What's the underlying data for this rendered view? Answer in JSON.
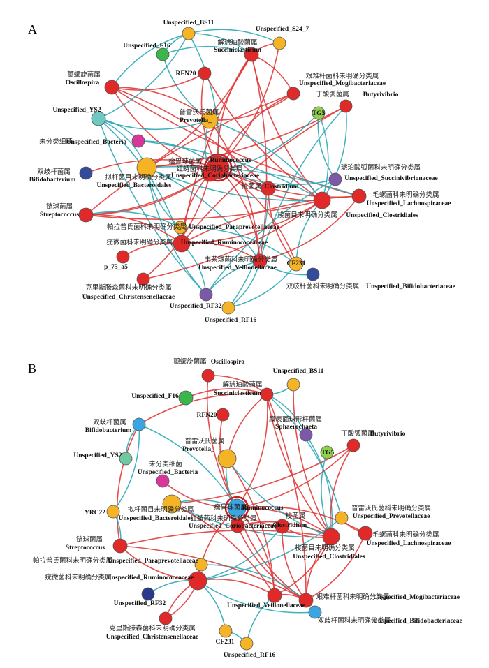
{
  "panels": [
    {
      "letter": "A",
      "colors": {
        "red": "#e02a2a",
        "orange": "#f5b326",
        "teal": "#6fc9c3",
        "green": "#3cb54a",
        "lightgreen": "#8fd14f",
        "navy": "#344a9a",
        "purple": "#7b58a8",
        "magenta": "#d9369a"
      },
      "nodes": [
        {
          "id": "bs11",
          "en": "Unspecified_BS11",
          "cn": "",
          "color": "orange",
          "r": 9
        },
        {
          "id": "s24",
          "en": "Unspecified_S24_7",
          "cn": "",
          "color": "orange",
          "r": 9
        },
        {
          "id": "f16",
          "en": "Unspecified_F16",
          "cn": "",
          "color": "green",
          "r": 9
        },
        {
          "id": "succ",
          "en": "Succiniclasticum",
          "cn": "解琥珀酸菌属",
          "color": "red",
          "r": 10
        },
        {
          "id": "rfn20",
          "en": "RFN20",
          "cn": "",
          "color": "red",
          "r": 9
        },
        {
          "id": "osc",
          "en": "Oscillospira",
          "cn": "颤螺旋菌属",
          "color": "red",
          "r": 10
        },
        {
          "id": "mog",
          "en": "Unspecified_Mogibacteriaceae",
          "cn": "艰难杆菌科未明确分类属",
          "color": "red",
          "r": 9
        },
        {
          "id": "butyr",
          "en": "Butyrivibrio",
          "cn": "丁酸弧菌属",
          "color": "red",
          "r": 9
        },
        {
          "id": "tg5",
          "en": "TG5",
          "cn": "",
          "color": "lightgreen",
          "r": 9
        },
        {
          "id": "ys2",
          "en": "Unspecified_YS2",
          "cn": "",
          "color": "teal",
          "r": 10
        },
        {
          "id": "prev",
          "en": "Prevotella_",
          "cn": "普雷沃氏菌属",
          "color": "orange",
          "r": 12
        },
        {
          "id": "bact",
          "en": "Unspecified_Bacteria",
          "cn": "未分类细菌",
          "color": "magenta",
          "r": 9
        },
        {
          "id": "rumi",
          "en": "Ruminococcus",
          "cn": "瘤胃球菌属",
          "color": "red",
          "r": 16
        },
        {
          "id": "bacteroid",
          "en": "Unspecified_Bacteroidales",
          "cn": "拟杆菌目未明确分类属",
          "color": "orange",
          "r": 14
        },
        {
          "id": "corio",
          "en": "Unspecified_Coriobacteriaceae",
          "cn": "红蝽菌科未明确分类属",
          "color": "red",
          "r": 12
        },
        {
          "id": "bifido",
          "en": "Bifidobacterium",
          "cn": "双歧杆菌属",
          "color": "navy",
          "r": 9
        },
        {
          "id": "clost",
          "en": "Clostridium",
          "cn": "梭菌属",
          "color": "red",
          "r": 10
        },
        {
          "id": "succin",
          "en": "Unspecified_Succinivibrionaceae",
          "cn": "琥珀酸弧菌科未明确分类属",
          "color": "purple",
          "r": 9
        },
        {
          "id": "lachno",
          "en": "Unspecified_Lachnospiraceae",
          "cn": "毛螺菌科未明确分类属",
          "color": "red",
          "r": 10
        },
        {
          "id": "strep",
          "en": "Streptococcus",
          "cn": "链球菌属",
          "color": "red",
          "r": 10
        },
        {
          "id": "clostr",
          "en": "Unspecified_Clostridiales",
          "cn": "梭菌目未明确分类属",
          "color": "red",
          "r": 12
        },
        {
          "id": "parap",
          "en": "Unspecified_Paraprevotellaceae",
          "cn": "帕拉普氏菌科未明确分类属",
          "color": "orange",
          "r": 9
        },
        {
          "id": "rumfam",
          "en": "Unspecified_Ruminococcaceae",
          "cn": "疣微菌科未明确分类属",
          "color": "red",
          "r": 12
        },
        {
          "id": "p75",
          "en": "p_75_a5",
          "cn": "",
          "color": "red",
          "r": 9
        },
        {
          "id": "veill",
          "en": "Unspecified_Veillonellaceae",
          "cn": "韦荣球菌科未明确分类属",
          "color": "red",
          "r": 10
        },
        {
          "id": "cf231",
          "en": "CF231",
          "cn": "",
          "color": "orange",
          "r": 10
        },
        {
          "id": "bifam",
          "en": "Unspecified_Bifidobacteriaceae",
          "cn": "双歧杆菌科未明确分类属",
          "color": "navy",
          "r": 9
        },
        {
          "id": "christ",
          "en": "Unspecified_Christensenellaceae",
          "cn": "克里斯滕森菌科未明确分类属",
          "color": "red",
          "r": 9
        },
        {
          "id": "rf32",
          "en": "Unspecified_RF32",
          "cn": "",
          "color": "purple",
          "r": 9
        },
        {
          "id": "rf16",
          "en": "Unspecified_RF16",
          "cn": "",
          "color": "orange",
          "r": 9
        }
      ]
    },
    {
      "letter": "B",
      "colors": {
        "red": "#e02a2a",
        "orange": "#f5b326",
        "teal": "#6fc9a0",
        "green": "#3cb54a",
        "lightgreen": "#8fd14f",
        "navy": "#2a3a8a",
        "purple": "#7b58a8",
        "magenta": "#d9369a",
        "blue": "#3aa5e0"
      },
      "nodes": [
        {
          "id": "osc",
          "en": "Oscillospira",
          "cn": "颤螺旋菌属",
          "color": "red",
          "r": 9
        },
        {
          "id": "bs11",
          "en": "Unspecified_BS11",
          "cn": "",
          "color": "orange",
          "r": 9
        },
        {
          "id": "f16",
          "en": "Unspecified_F16",
          "cn": "",
          "color": "green",
          "r": 10
        },
        {
          "id": "succ",
          "en": "Succiniclasticum",
          "cn": "解琥珀酸菌属",
          "color": "red",
          "r": 9
        },
        {
          "id": "rfn20",
          "en": "RFN20",
          "cn": "",
          "color": "red",
          "r": 9
        },
        {
          "id": "bifido",
          "en": "Bifidobacterium",
          "cn": "双歧杆菌属",
          "color": "blue",
          "r": 9
        },
        {
          "id": "sphaer",
          "en": "Sphaerochaeta",
          "cn": "膜表面球形杆菌属",
          "color": "purple",
          "r": 9
        },
        {
          "id": "butyr",
          "en": "Butyrivibrio",
          "cn": "丁酸弧菌属",
          "color": "red",
          "r": 9
        },
        {
          "id": "tg5",
          "en": "TG5",
          "cn": "",
          "color": "lightgreen",
          "r": 9
        },
        {
          "id": "ys2",
          "en": "Unspecified_YS2",
          "cn": "",
          "color": "teal",
          "r": 9
        },
        {
          "id": "prev",
          "en": "Prevotella_",
          "cn": "普雷沃氏菌属",
          "color": "orange",
          "r": 13
        },
        {
          "id": "bact",
          "en": "Unspecified_Bacteria",
          "cn": "未分类细菌",
          "color": "magenta",
          "r": 9
        },
        {
          "id": "yrc22",
          "en": "YRC22",
          "cn": "",
          "color": "orange",
          "r": 9
        },
        {
          "id": "bacteroid",
          "en": "Unspecified_Bacteroidales",
          "cn": "拟杆菌目未明确分类属",
          "color": "orange",
          "r": 13
        },
        {
          "id": "rumi",
          "en": "Ruminococcus",
          "cn": "瘤胃球菌属",
          "color": "blue",
          "r": 13
        },
        {
          "id": "corio",
          "en": "Unspecified_Coriobacteriaceae",
          "cn": "红蝽菌科未明确分类属",
          "color": "red",
          "r": 10
        },
        {
          "id": "clost",
          "en": "Clostridium_",
          "cn": "梭菌属",
          "color": "red",
          "r": 10
        },
        {
          "id": "prevfam",
          "en": "Unspecified_Prevotellaceae",
          "cn": "普雷沃氏菌科未明确分类属",
          "color": "orange",
          "r": 9
        },
        {
          "id": "lachno",
          "en": "Unspecified_Lachnospiraceae",
          "cn": "毛螺菌科未明确分类属",
          "color": "red",
          "r": 10
        },
        {
          "id": "clostr",
          "en": "Unspecified_Clostridiales",
          "cn": "梭菌目未明确分类属",
          "color": "red",
          "r": 12
        },
        {
          "id": "strep",
          "en": "Streptococcus",
          "cn": "链球菌属",
          "color": "red",
          "r": 10
        },
        {
          "id": "parap",
          "en": "Unspecified_Paraprevotellaceae",
          "cn": "帕拉普氏菌科未明确分类属",
          "color": "orange",
          "r": 9
        },
        {
          "id": "rumfam",
          "en": "Unspecified_Ruminococcaceae",
          "cn": "疣微菌科未明确分类属",
          "color": "red",
          "r": 13
        },
        {
          "id": "rf32",
          "en": "Unspecified_RF32",
          "cn": "",
          "color": "navy",
          "r": 9
        },
        {
          "id": "veill",
          "en": "Unspecified_Veillonellaceae",
          "cn": "",
          "color": "red",
          "r": 10
        },
        {
          "id": "mog",
          "en": "Unspecified_Mogibacteriaceae",
          "cn": "艰难杆菌科未明确分类属",
          "color": "red",
          "r": 10
        },
        {
          "id": "bifam",
          "en": "Unspecified_Bifidobacteriaceae",
          "cn": "双歧杆菌科未明确分类属",
          "color": "blue",
          "r": 9
        },
        {
          "id": "christ",
          "en": "Unspecified_Christensenellaceae",
          "cn": "克里斯滕森菌科未明确分类属",
          "color": "red",
          "r": 9
        },
        {
          "id": "cf231",
          "en": "CF231",
          "cn": "",
          "color": "orange",
          "r": 9
        },
        {
          "id": "rf16",
          "en": "Unspecified_RF16",
          "cn": "",
          "color": "orange",
          "r": 9
        }
      ]
    }
  ]
}
